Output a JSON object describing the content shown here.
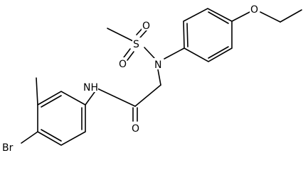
{
  "molecule": {
    "atom_labels": {
      "O_sulfonyl_top": "O",
      "S": "S",
      "O_sulfonyl_bottom": "O",
      "N_sulfonamide": "N",
      "O_ether": "O",
      "NH_amide": "NH",
      "O_carbonyl": "O",
      "Br": "Br"
    }
  }
}
